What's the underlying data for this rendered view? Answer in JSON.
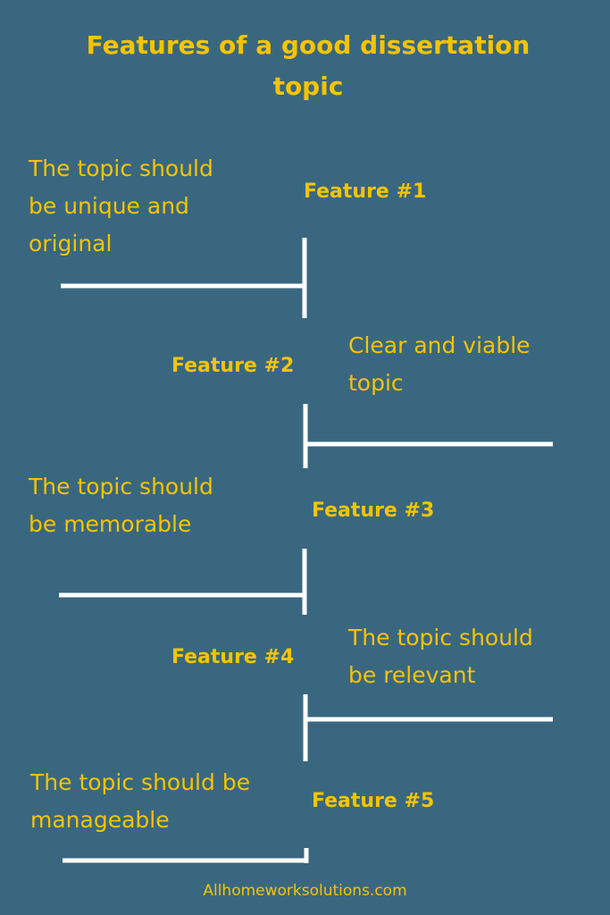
{
  "title": "Features of a good dissertation\ntopic",
  "features": [
    {
      "label": "Feature #1",
      "text": " The topic should\nbe unique and\noriginal"
    },
    {
      "label": "Feature #2",
      "text": "Clear and viable\ntopic"
    },
    {
      "label": "Feature #3",
      "text": "The topic should\nbe memorable"
    },
    {
      "label": "Feature #4",
      "text": "The topic should\nbe relevant"
    },
    {
      "label": "Feature #5",
      "text": "The topic should be\nmanageable"
    }
  ],
  "footer": "Allhomeworksolutions.com",
  "colors": {
    "background": "#3a6780",
    "accent": "#f5c400",
    "lines": "#ffffff"
  }
}
